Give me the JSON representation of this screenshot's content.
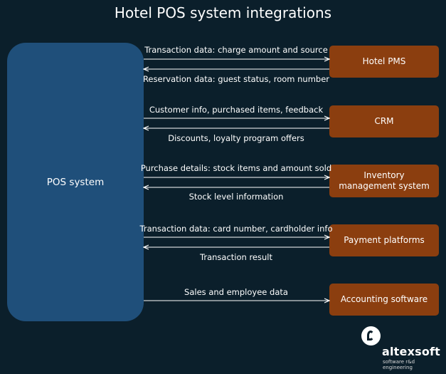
{
  "title": "Hotel POS system integrations",
  "pos_label": "POS system",
  "systems": [
    {
      "name": "Hotel PMS",
      "outgoing": "Transaction data: charge amount and source",
      "incoming": "Reservation data: guest status, room number"
    },
    {
      "name": "CRM",
      "outgoing": "Customer info, purchased items, feedback",
      "incoming": "Discounts, loyalty program offers"
    },
    {
      "name_line1": "Inventory",
      "name_line2": "management system",
      "outgoing": "Purchase details: stock items and amount sold",
      "incoming": "Stock level information"
    },
    {
      "name": "Payment platforms",
      "outgoing": "Transaction data: card number, cardholder info",
      "incoming": "Transaction result"
    },
    {
      "name": "Accounting software",
      "outgoing": "Sales and employee data"
    }
  ],
  "logo": {
    "name": "altexsoft",
    "tagline": "software r&d engineering"
  },
  "colors": {
    "background": "#0b1f2b",
    "pos": "#1f4f7a",
    "system_box": "#8b3e0f",
    "arrow": "#ffffff"
  }
}
